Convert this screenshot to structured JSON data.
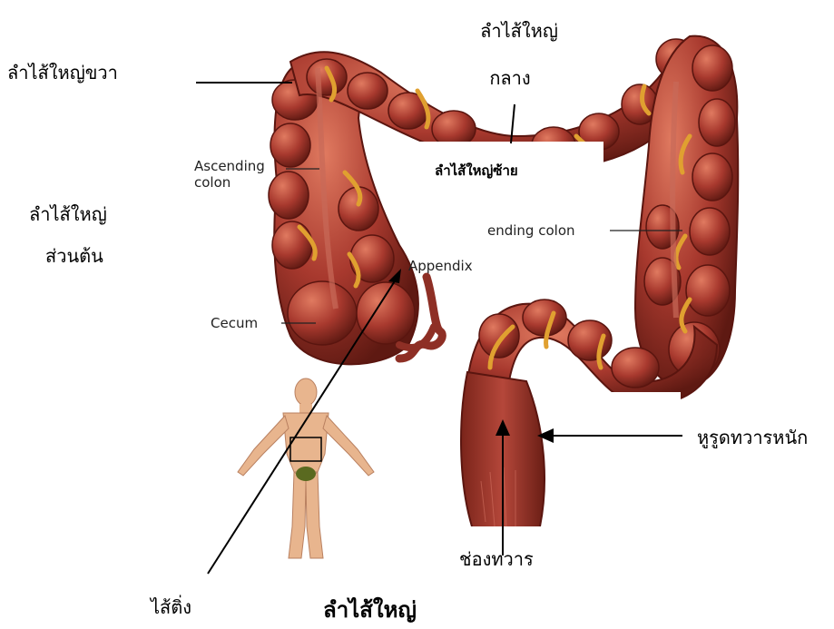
{
  "labels": {
    "right_colon": "ลำไส้ใหญ่ขวา",
    "middle_colon_line1": "ลำไส้ใหญ่",
    "middle_colon_line2": "กลาง",
    "left_colon_box": "ลำไส้ใหญ่ซ้าย",
    "first_part_line1": "ลำไส้ใหญ่",
    "first_part_line2": "ส่วนต้น",
    "rectum": "หูรูดทวารหนัก",
    "anus": "ช่องทวาร",
    "appendix_thai": "ไส้ติ่ง",
    "title": "ลำไส้ใหญ่"
  },
  "english_labels": {
    "ascending_line1": "Ascending",
    "ascending_line2": "colon",
    "descending": "ending colon",
    "appendix": "Appendix",
    "cecum": "Cecum"
  },
  "colors": {
    "colon_fill": "#a8392e",
    "colon_dark": "#6e1f17",
    "colon_light": "#d56a52",
    "fat_yellow": "#e0a030",
    "skin": "#e8b58e"
  }
}
